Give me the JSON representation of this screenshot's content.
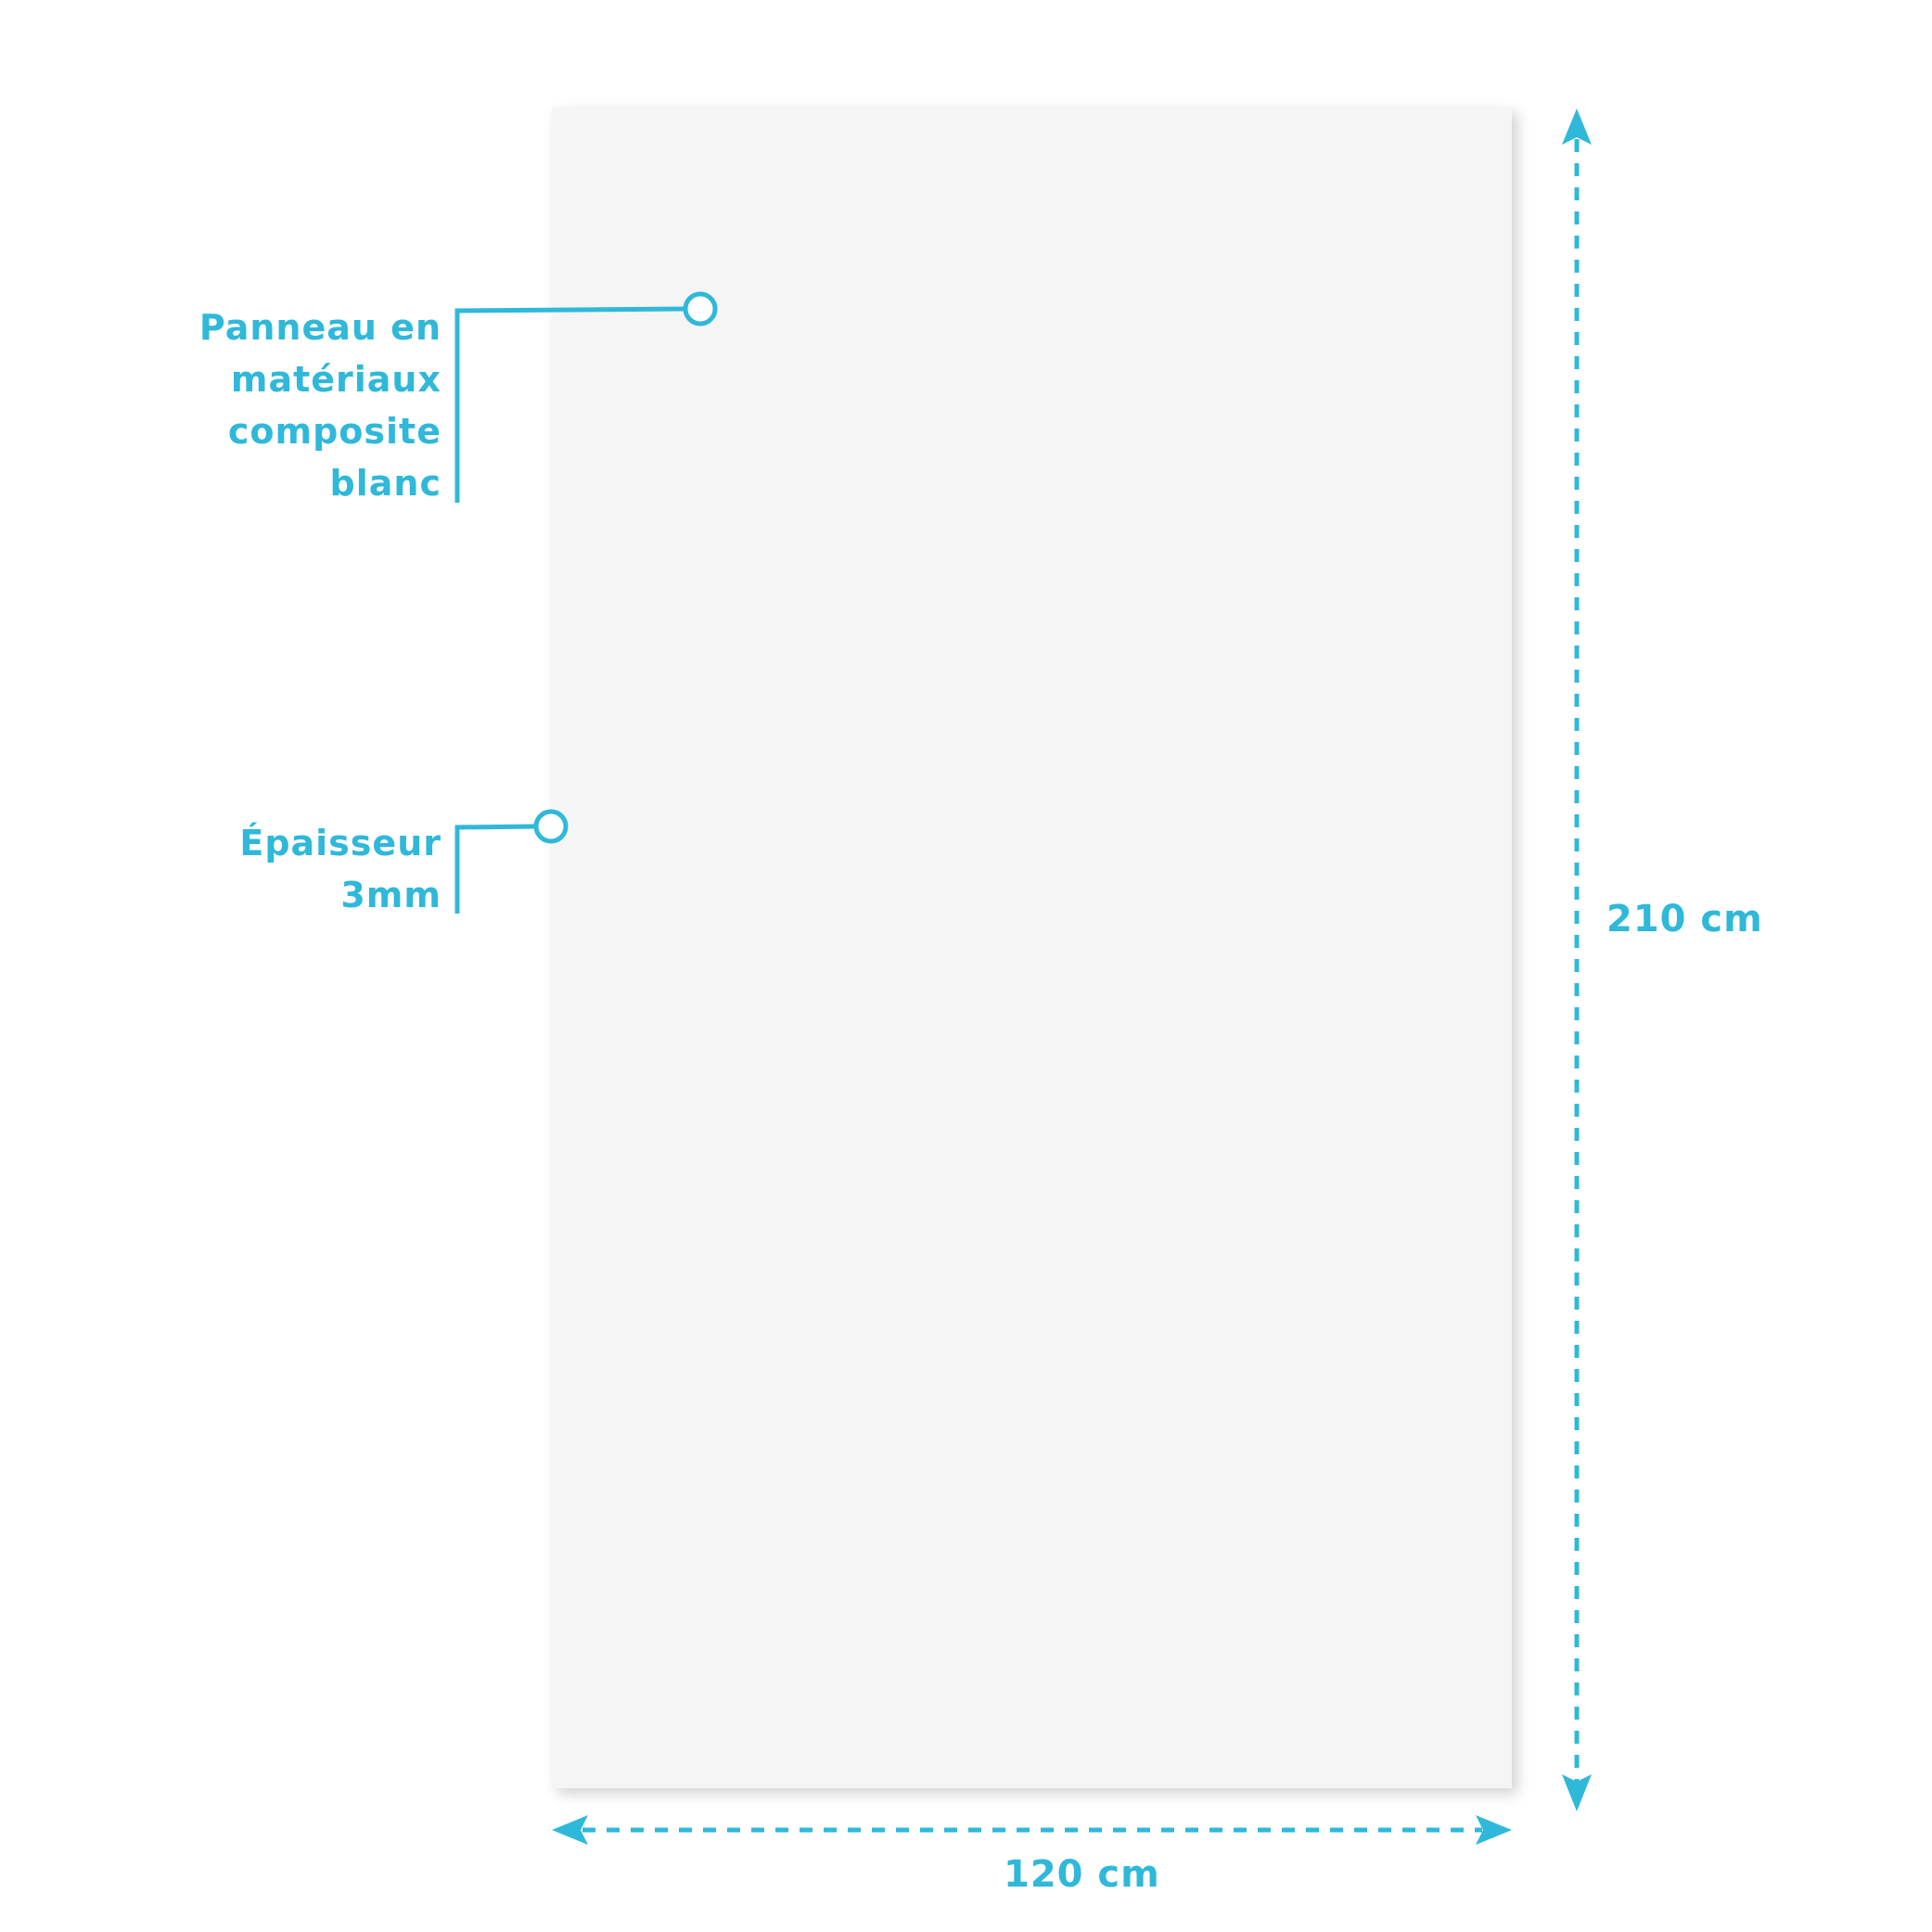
{
  "colors": {
    "accent": "#2fb8d9",
    "panel": "#f5f5f5"
  },
  "callouts": [
    {
      "lines": [
        "Panneau en",
        "matériaux",
        "composite",
        "blanc"
      ]
    },
    {
      "lines": [
        "Épaisseur",
        "3mm"
      ]
    }
  ],
  "dimensions": {
    "width": "120 cm",
    "height": "210 cm"
  }
}
